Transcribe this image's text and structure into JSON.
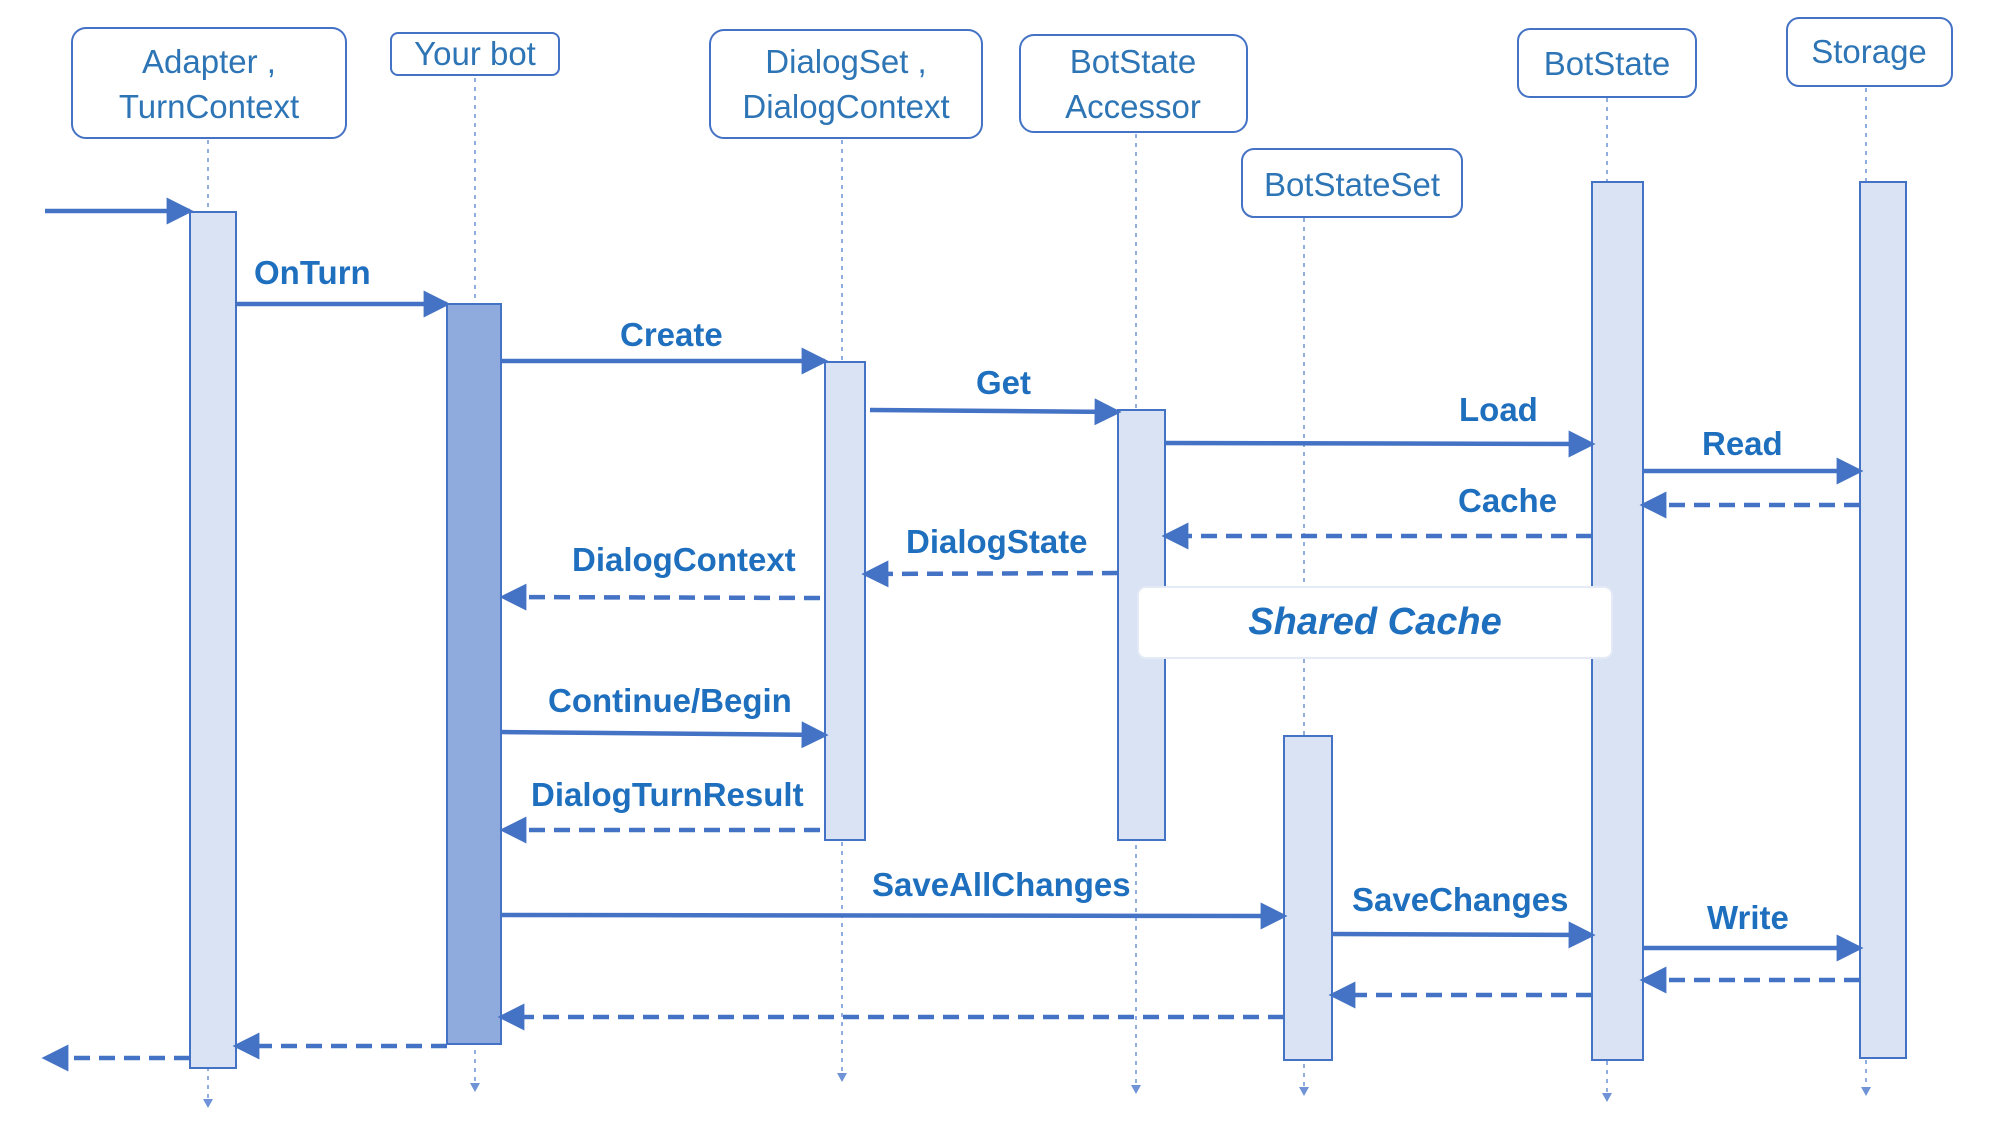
{
  "participants": [
    {
      "id": "adapter",
      "lines": [
        "Adapter ,",
        "TurnContext"
      ]
    },
    {
      "id": "bot",
      "lines": [
        "Your bot"
      ]
    },
    {
      "id": "dialogset",
      "lines": [
        "DialogSet ,",
        "DialogContext"
      ]
    },
    {
      "id": "accessor",
      "lines": [
        "BotState",
        "Accessor"
      ]
    },
    {
      "id": "botstateset",
      "lines": [
        "BotStateSet"
      ]
    },
    {
      "id": "botstate",
      "lines": [
        "BotState"
      ]
    },
    {
      "id": "storage",
      "lines": [
        "Storage"
      ]
    }
  ],
  "messages": [
    {
      "id": "incoming",
      "label": "",
      "from": "external",
      "to": "adapter",
      "style": "solid"
    },
    {
      "id": "onturn",
      "label": "OnTurn",
      "from": "adapter",
      "to": "bot",
      "style": "solid"
    },
    {
      "id": "create",
      "label": "Create",
      "from": "bot",
      "to": "dialogset",
      "style": "solid"
    },
    {
      "id": "get",
      "label": "Get",
      "from": "dialogset",
      "to": "accessor",
      "style": "solid"
    },
    {
      "id": "load",
      "label": "Load",
      "from": "accessor",
      "to": "botstate",
      "style": "solid"
    },
    {
      "id": "read",
      "label": "Read",
      "from": "botstate",
      "to": "storage",
      "style": "solid"
    },
    {
      "id": "read-return",
      "label": "",
      "from": "storage",
      "to": "botstate",
      "style": "dashed"
    },
    {
      "id": "cache",
      "label": "Cache",
      "from": "botstate",
      "to": "accessor",
      "style": "dashed"
    },
    {
      "id": "dialogstate",
      "label": "DialogState",
      "from": "accessor",
      "to": "dialogset",
      "style": "dashed"
    },
    {
      "id": "dialogcontext",
      "label": "DialogContext",
      "from": "dialogset",
      "to": "bot",
      "style": "dashed"
    },
    {
      "id": "continue-begin",
      "label": "Continue/Begin",
      "from": "bot",
      "to": "dialogset",
      "style": "solid"
    },
    {
      "id": "dialogturnresult",
      "label": "DialogTurnResult",
      "from": "dialogset",
      "to": "bot",
      "style": "dashed"
    },
    {
      "id": "saveallchanges",
      "label": "SaveAllChanges",
      "from": "bot",
      "to": "botstateset",
      "style": "solid"
    },
    {
      "id": "savechanges",
      "label": "SaveChanges",
      "from": "botstateset",
      "to": "botstate",
      "style": "solid"
    },
    {
      "id": "write",
      "label": "Write",
      "from": "botstate",
      "to": "storage",
      "style": "solid"
    },
    {
      "id": "write-return",
      "label": "",
      "from": "storage",
      "to": "botstate",
      "style": "dashed"
    },
    {
      "id": "savechanges-return",
      "label": "",
      "from": "botstate",
      "to": "botstateset",
      "style": "dashed"
    },
    {
      "id": "saveallchanges-return",
      "label": "",
      "from": "botstateset",
      "to": "bot",
      "style": "dashed"
    },
    {
      "id": "onturn-return",
      "label": "",
      "from": "bot",
      "to": "adapter",
      "style": "dashed"
    },
    {
      "id": "outgoing",
      "label": "",
      "from": "adapter",
      "to": "external",
      "style": "dashed"
    }
  ],
  "note": {
    "label": "Shared Cache"
  },
  "colors": {
    "line": "#4472c4",
    "label": "#1f6fbf",
    "activation": "#dae3f3",
    "activation_dark": "#8faadc",
    "participant_text": "#2e75b6"
  }
}
